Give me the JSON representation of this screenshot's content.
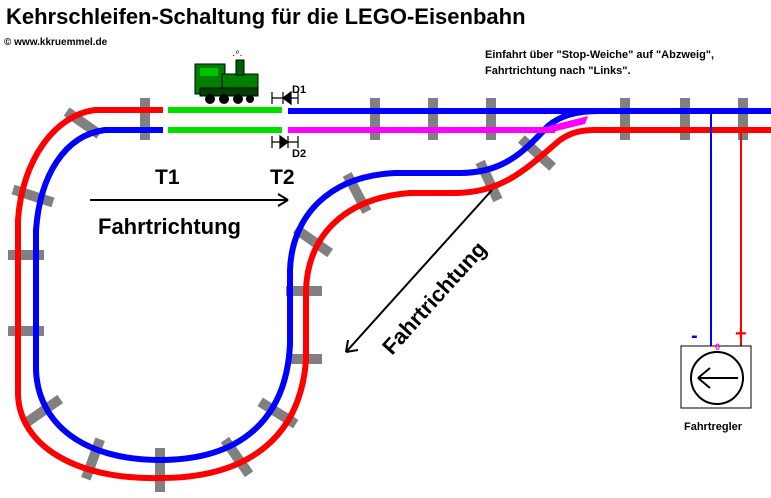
{
  "title": "Kehrschleifen-Schaltung für die LEGO-Eisenbahn",
  "copyright": "© www.kkruemmel.de",
  "info": {
    "line1": "Einfahrt über \"Stop-Weiche\" auf \"Abzweig\",",
    "line2": "Fahrtrichtung nach \"Links\"."
  },
  "track_labels": {
    "t1": "T1",
    "t2": "T2"
  },
  "diodes": {
    "d1": "D1",
    "d2": "D2"
  },
  "direction_label": "Fahrtrichtung",
  "controller": {
    "label": "Fahrtregler",
    "minus": "-",
    "plus": "+",
    "zero": "0"
  },
  "colors": {
    "rail_red": "#ff0000",
    "rail_blue": "#0000ff",
    "isolated_green": "#00e000",
    "switch_magenta": "#ff00ff",
    "sleeper_gray": "#808080",
    "loco_green": "#008000"
  }
}
